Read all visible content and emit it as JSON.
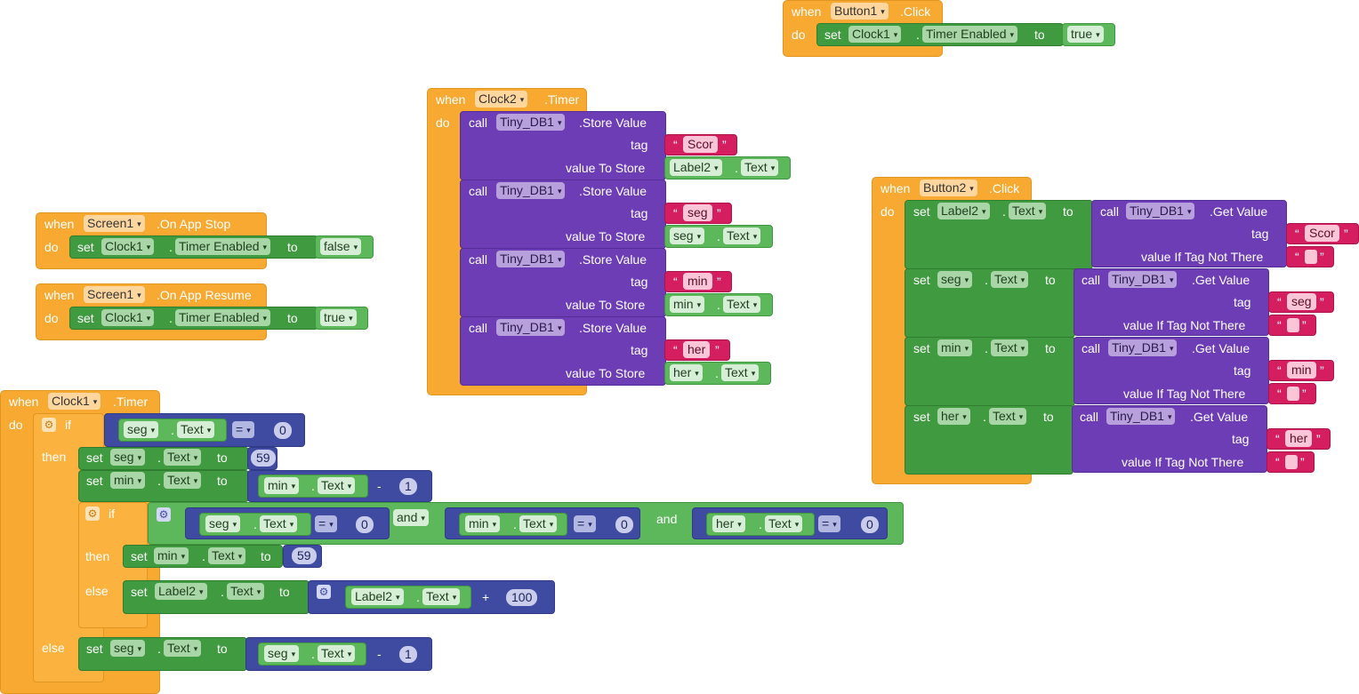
{
  "kw": {
    "when": "when",
    "do": "do",
    "call": "call",
    "set": "set",
    "to": "to",
    "dot": ".",
    "if": "if",
    "then": "then",
    "else": "else",
    "and": "and",
    "tag": "tag",
    "value_to_store": "value To Store",
    "value_if_not_there": "value If Tag Not There",
    "eq": "=",
    "minus": "-",
    "plus": "+",
    "quote": "“",
    "quote_close": "”"
  },
  "comp": {
    "button1": "Button1",
    "button2": "Button2",
    "clock1": "Clock1",
    "clock2": "Clock2",
    "screen1": "Screen1",
    "tinydb": "Tiny_DB1",
    "label2": "Label2",
    "seg": "seg",
    "min": "min",
    "her": "her"
  },
  "ev": {
    "click": ".Click",
    "timer": ".Timer",
    "app_stop": ".On App Stop",
    "app_resume": ".On App Resume"
  },
  "meth": {
    "store": ".Store Value",
    "get": ".Get Value"
  },
  "prop": {
    "timer_enabled": "Timer Enabled",
    "text": "Text"
  },
  "val": {
    "true": "true",
    "false": "false",
    "zero": "0",
    "fiftynine": "59",
    "one": "1",
    "hundred": "100"
  },
  "str": {
    "scor": "Scor",
    "seg": "seg",
    "min": "min",
    "her": "her"
  },
  "icons": {
    "dropdown": "▾",
    "gear": "⚙"
  },
  "colors": {
    "event": "#f7a931",
    "setter": "#409a3f",
    "getter": "#5db85c",
    "math": "#3e4ba1",
    "procedure": "#6c3db4",
    "text": "#d41e5f"
  }
}
